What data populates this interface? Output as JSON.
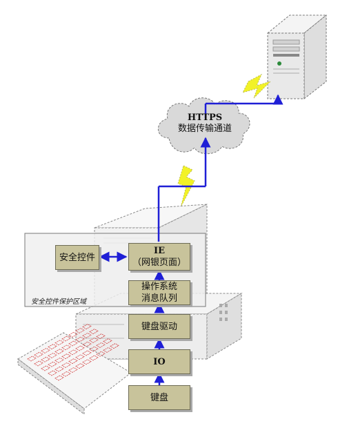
{
  "diagram": {
    "server_label": "",
    "cloud": {
      "line1": "HTTPS",
      "line2": "数据传输通道"
    },
    "region_label": "安全控件保护区域",
    "nodes": {
      "security_control": "安全控件",
      "ie": {
        "line1": "IE",
        "line2": "（网银页面）"
      },
      "os_queue": {
        "line1": "操作系统",
        "line2": "消息队列"
      },
      "keyboard_driver": "键盘驱动",
      "io": "IO",
      "keyboard": "键盘"
    },
    "colors": {
      "node_fill": "#c8c39b",
      "arrow": "#1f1fd6",
      "lightning": "#f2f227",
      "region_fill": "#efefef"
    }
  }
}
